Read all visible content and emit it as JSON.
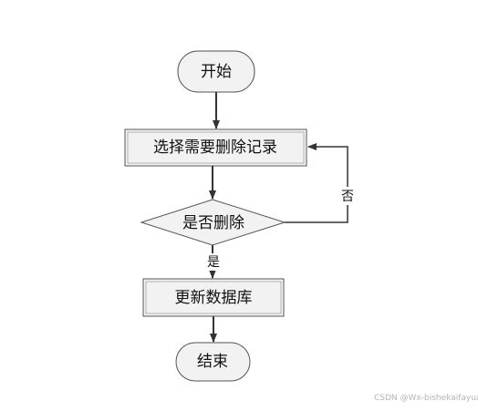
{
  "flowchart": {
    "start": "开始",
    "select_step": "选择需要删除记录",
    "decision": "是否删除",
    "no_label": "否",
    "yes_label": "是",
    "update_step": "更新数据库",
    "end": "结束"
  },
  "watermark": "CSDN @Wx-bishekaifayuan",
  "colors": {
    "node_fill": "#f2f2f2",
    "node_stroke": "#555555",
    "arrow": "#333333"
  }
}
